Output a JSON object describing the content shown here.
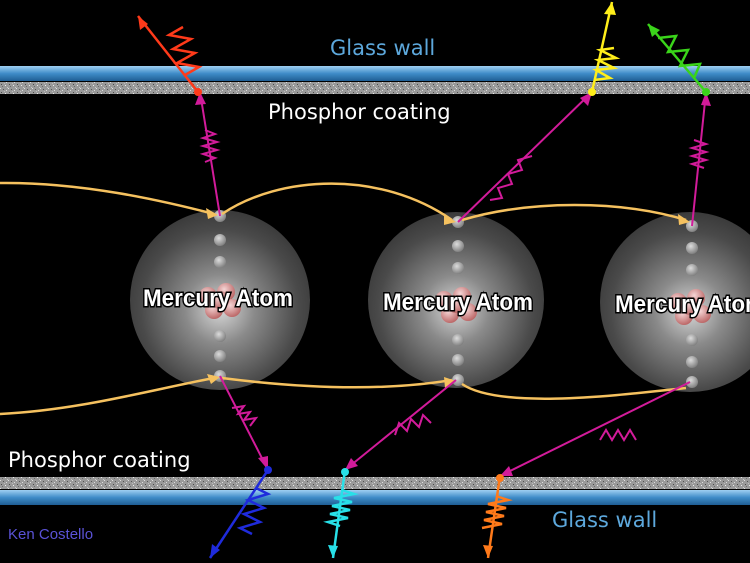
{
  "labels": {
    "glass_top": "Glass wall",
    "phosphor_top": "Phosphor coating",
    "phosphor_bottom": "Phosphor coating",
    "glass_bottom": "Glass wall",
    "credit": "Ken Costello"
  },
  "atoms": [
    {
      "label": "Mercury Atom"
    },
    {
      "label": "Mercury Atom"
    },
    {
      "label": "Mercury Atom"
    }
  ],
  "colors": {
    "background": "#000000",
    "glass": "#5da8dc",
    "phosphor": "#a8a8a8",
    "electron_path": "#f5c15f",
    "uv_photon": "#d21b9a",
    "visible_photons": [
      "#ff3a1a",
      "#ffee1a",
      "#3ad41a",
      "#1f2bdc",
      "#28e0e8",
      "#ff7a1a"
    ]
  }
}
